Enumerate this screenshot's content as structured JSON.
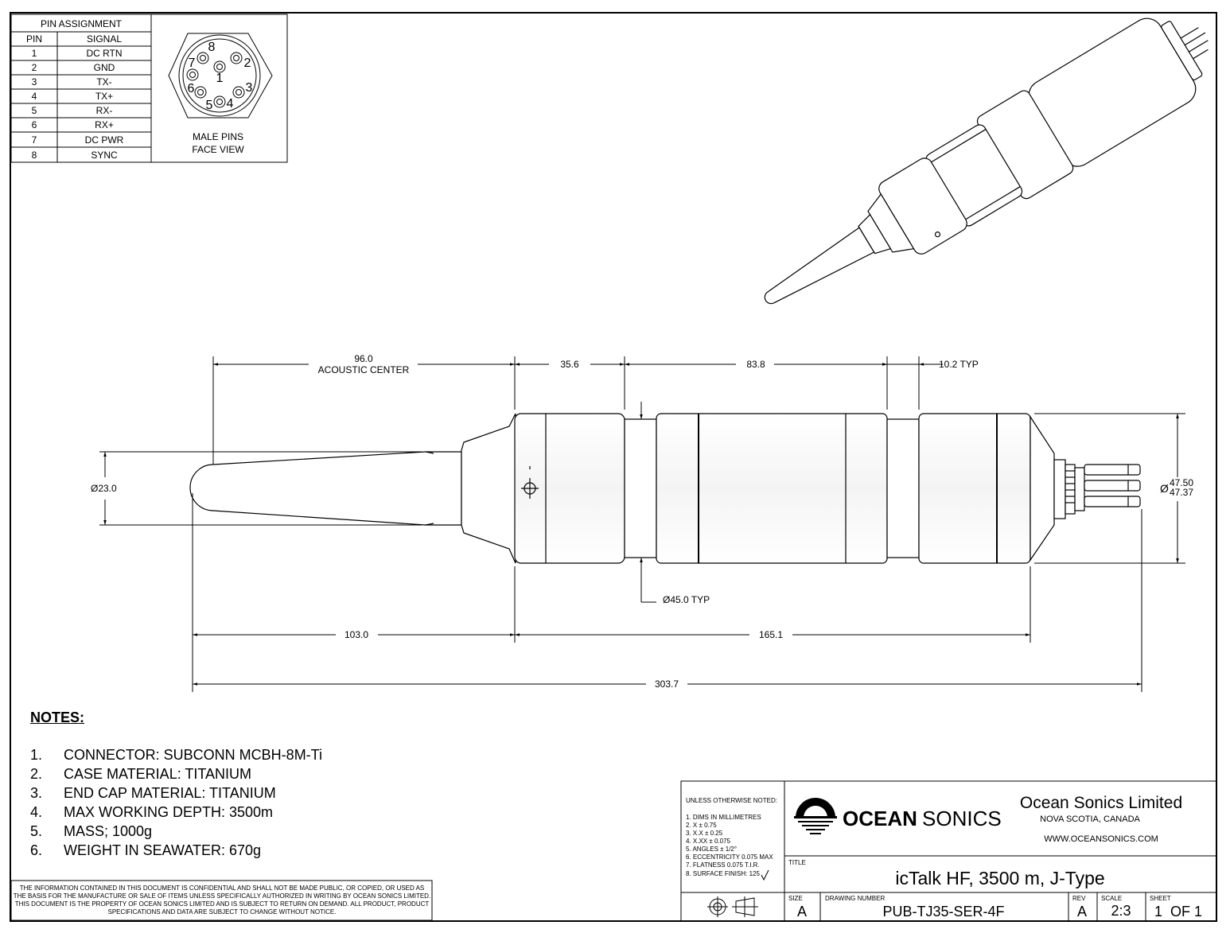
{
  "pin_table": {
    "title": "PIN ASSIGNMENT",
    "headers": [
      "PIN",
      "SIGNAL"
    ],
    "rows": [
      [
        "1",
        "DC RTN"
      ],
      [
        "2",
        "GND"
      ],
      [
        "3",
        "TX-"
      ],
      [
        "4",
        "TX+"
      ],
      [
        "5",
        "RX-"
      ],
      [
        "6",
        "RX+"
      ],
      [
        "7",
        "DC PWR"
      ],
      [
        "8",
        "SYNC"
      ]
    ],
    "face_caption_1": "MALE PINS",
    "face_caption_2": "FACE VIEW",
    "pin_labels": [
      "1",
      "2",
      "3",
      "4",
      "5",
      "6",
      "7",
      "8"
    ]
  },
  "dimensions": {
    "acoustic_value": "96.0",
    "acoustic_label": "ACOUSTIC CENTER",
    "d35": "35.6",
    "d83": "83.8",
    "d10": "10.2 TYP",
    "dia23": "Ø23.0",
    "dia45": "Ø45.0 TYP",
    "dia_max_prefix": "Ø",
    "dia_max_upper": "47.50",
    "dia_max_lower": "47.37",
    "d103": "103.0",
    "d165": "165.1",
    "d303": "303.7"
  },
  "notes": {
    "title": "NOTES:",
    "items": [
      {
        "num": "1.",
        "text": "CONNECTOR:  SUBCONN MCBH-8M-Ti"
      },
      {
        "num": "2.",
        "text": "CASE MATERIAL:  TITANIUM"
      },
      {
        "num": "3.",
        "text": "END CAP MATERIAL:  TITANIUM"
      },
      {
        "num": "4.",
        "text": "MAX WORKING DEPTH:  3500m"
      },
      {
        "num": "5.",
        "text": "MASS;  1000g"
      },
      {
        "num": "6.",
        "text": "WEIGHT IN SEAWATER:  670g"
      }
    ]
  },
  "disclaimer": "THE INFORMATION CONTAINED IN THIS DOCUMENT IS CONFIDENTIAL AND SHALL NOT BE MADE PUBLIC, OR COPIED, OR USED AS THE BASIS FOR THE MANUFACTURE OR SALE OF ITEMS UNLESS SPECIFICALLY AUTHORIZED IN WRITING BY OCEAN SONICS LIMITED. THIS DOCUMENT IS THE PROPERTY OF OCEAN SONICS LIMITED AND IS SUBJECT TO RETURN ON DEMAND. ALL PRODUCT, PRODUCT SPECIFICATIONS AND DATA ARE SUBJECT TO CHANGE WITHOUT NOTICE.",
  "tolerances": {
    "header": "UNLESS OTHERWISE NOTED:",
    "items": [
      "1. DIMS IN MILLIMETRES",
      "2. X  ± 0.75",
      "3. X.X  ± 0.25",
      "4. X.XX ± 0.075",
      "5. ANGLES ± 1/2°",
      "6. ECCENTRICITY 0.075 MAX",
      "7. FLATNESS 0.075 T.I.R.",
      "8. SURFACE FINISH:  125"
    ]
  },
  "title_block": {
    "logo_word1": "OCEAN",
    "logo_word2": "SONICS",
    "company": "Ocean Sonics Limited",
    "location": "NOVA SCOTIA, CANADA",
    "website": "WWW.OCEANSONICS.COM",
    "title_label": "TITLE",
    "title": "icTalk HF, 3500 m, J-Type",
    "size_label": "SIZE",
    "size": "A",
    "drawing_number_label": "DRAWING NUMBER",
    "drawing_number": "PUB-TJ35-SER-4F",
    "rev_label": "REV",
    "rev": "A",
    "scale_label": "SCALE",
    "scale": "2:3",
    "sheet_label": "SHEET",
    "sheet": "1  OF 1"
  }
}
